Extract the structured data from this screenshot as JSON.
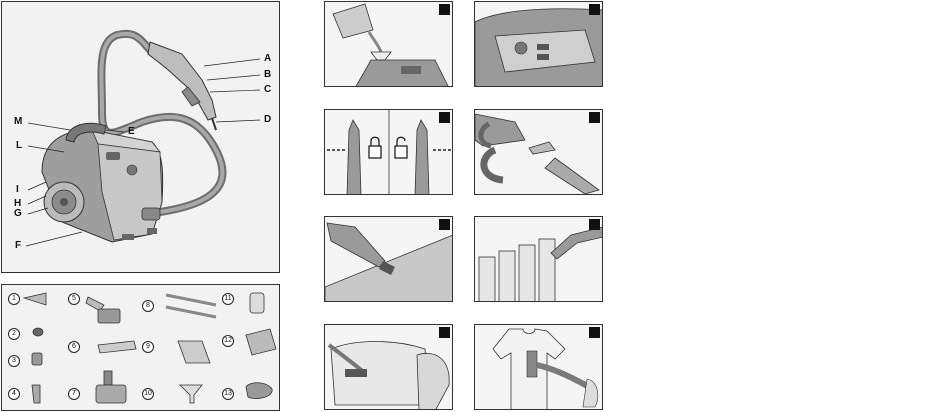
{
  "diagram_labels": [
    "A",
    "B",
    "C",
    "D",
    "E",
    "M",
    "L",
    "I",
    "H",
    "G",
    "F"
  ],
  "accessory_numbers": [
    "1",
    "2",
    "3",
    "4",
    "5",
    "6",
    "7",
    "8",
    "9",
    "10",
    "11",
    "12",
    "13"
  ],
  "colors": {
    "body": "#9a9a9a",
    "light": "#cfcfcf",
    "dark": "#555555",
    "hose": "#7f7f7f",
    "badge": "#111111"
  }
}
